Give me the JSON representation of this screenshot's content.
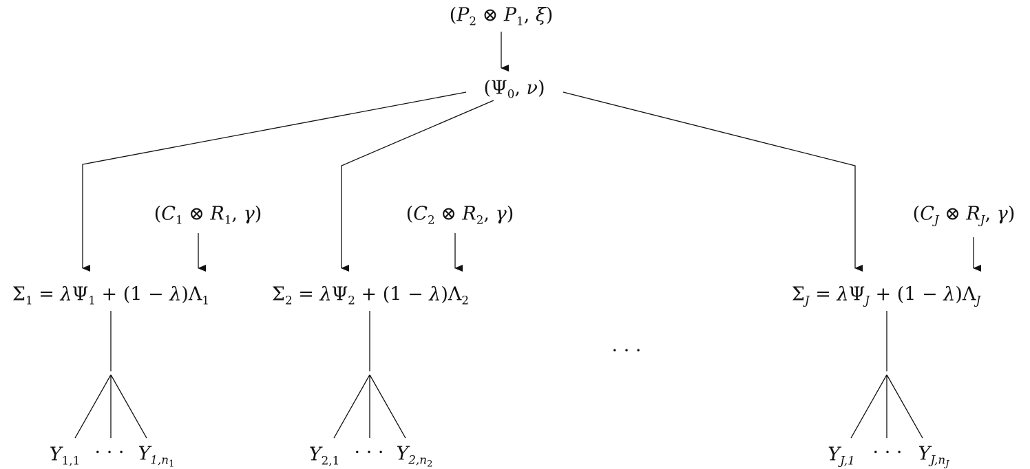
{
  "diagram": {
    "root": {
      "text": "(P₂ ⊗ P₁, ξ)",
      "parts": [
        "(",
        "P",
        "2",
        " ⊗ ",
        "P",
        "1",
        ", ",
        "ξ",
        ")"
      ]
    },
    "level1": {
      "text": "(Ψ₀, ν)",
      "parts": [
        "(",
        "Ψ",
        "0",
        ", ",
        "ν",
        ")"
      ]
    },
    "groups": [
      {
        "prior": {
          "text": "(C₁ ⊗ R₁, γ)",
          "parts": [
            "(",
            "C",
            "1",
            " ⊗ ",
            "R",
            "1",
            ", ",
            "γ",
            ")"
          ]
        },
        "sigma": {
          "text": "Σ₁ = λΨ₁ + (1 − λ)Λ₁",
          "parts": [
            "Σ",
            "1",
            " = ",
            "λ",
            "Ψ",
            "1",
            " + (1 − ",
            "λ",
            ")Λ",
            "1"
          ]
        },
        "leaves": {
          "first": {
            "letter": "Y",
            "sub": "1,1"
          },
          "dots": "· · ·",
          "last": {
            "letter": "Y",
            "sub": "1,n",
            "subsub": "1"
          }
        }
      },
      {
        "prior": {
          "text": "(C₂ ⊗ R₂, γ)",
          "parts": [
            "(",
            "C",
            "2",
            " ⊗ ",
            "R",
            "2",
            ", ",
            "γ",
            ")"
          ]
        },
        "sigma": {
          "text": "Σ₂ = λΨ₂ + (1 − λ)Λ₂",
          "parts": [
            "Σ",
            "2",
            " = ",
            "λ",
            "Ψ",
            "2",
            " + (1 − ",
            "λ",
            ")Λ",
            "2"
          ]
        },
        "leaves": {
          "first": {
            "letter": "Y",
            "sub": "2,1"
          },
          "dots": "· · ·",
          "last": {
            "letter": "Y",
            "sub": "2,n",
            "subsub": "2"
          }
        }
      },
      {
        "prior": {
          "text": "(C_J ⊗ R_J, γ)",
          "parts": [
            "(",
            "C",
            "J",
            " ⊗ ",
            "R",
            "J",
            ", ",
            "γ",
            ")"
          ]
        },
        "sigma": {
          "text": "Σ_J = λΨ_J + (1 − λ)Λ_J",
          "parts": [
            "Σ",
            "J",
            " = ",
            "λ",
            "Ψ",
            "J",
            " + (1 − ",
            "λ",
            ")Λ",
            "J"
          ]
        },
        "leaves": {
          "first": {
            "letter": "Y",
            "sub": "J,1"
          },
          "dots": "· · ·",
          "last": {
            "letter": "Y",
            "sub": "J,n",
            "subsub": "J"
          }
        }
      }
    ],
    "ellipsis": "· · ·"
  }
}
